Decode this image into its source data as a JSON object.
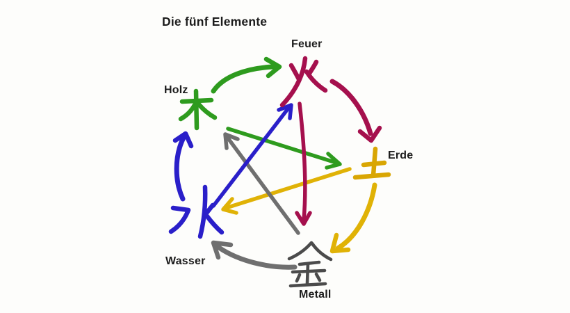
{
  "title": "Die fünf Elemente",
  "background": "#fdfdfb",
  "text_color": "#1c1c1c",
  "elements": [
    {
      "id": "holz",
      "label": "Holz",
      "character": "木",
      "color": "#2e9b1e"
    },
    {
      "id": "feuer",
      "label": "Feuer",
      "character": "火",
      "color": "#a5104d"
    },
    {
      "id": "erde",
      "label": "Erde",
      "character": "土",
      "color": "#d9a603"
    },
    {
      "id": "metall",
      "label": "Metall",
      "character": "金",
      "color": "#4b4b4b"
    },
    {
      "id": "wasser",
      "label": "Wasser",
      "character": "水",
      "color": "#2a1fc9"
    }
  ],
  "cycles": {
    "generating": [
      {
        "from": "Holz",
        "to": "Feuer",
        "color": "#2e9b1e"
      },
      {
        "from": "Feuer",
        "to": "Erde",
        "color": "#a5104d"
      },
      {
        "from": "Erde",
        "to": "Metall",
        "color": "#e0b206"
      },
      {
        "from": "Metall",
        "to": "Wasser",
        "color": "#6f6f6f"
      },
      {
        "from": "Wasser",
        "to": "Holz",
        "color": "#2a1fc9"
      }
    ],
    "controlling": [
      {
        "from": "Holz",
        "to": "Erde",
        "color": "#2e9b1e"
      },
      {
        "from": "Feuer",
        "to": "Metall",
        "color": "#a5104d"
      },
      {
        "from": "Erde",
        "to": "Wasser",
        "color": "#e0b206"
      },
      {
        "from": "Metall",
        "to": "Holz",
        "color": "#6f6f6f"
      },
      {
        "from": "Wasser",
        "to": "Feuer",
        "color": "#2a1fc9"
      }
    ]
  }
}
